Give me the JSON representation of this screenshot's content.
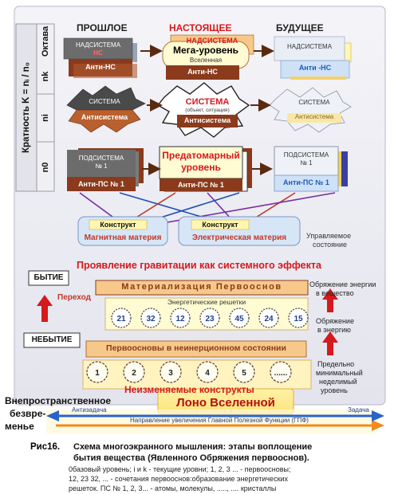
{
  "side_axis": {
    "kratnost": "Кратность  K = nᵢ / n₀",
    "oktava": "Октава",
    "nk": "nk",
    "ni": "ni",
    "n0": "n0"
  },
  "columns": {
    "past": "ПРОШЛОЕ",
    "present": "НАСТОЯЩЕЕ",
    "future": "БУДУЩЕЕ"
  },
  "top_row": {
    "past_title": "НАДСИСТЕМА",
    "past_sub": "НС",
    "past_anti": "Анти-НС",
    "present_title": "НАДСИСТЕМА",
    "present_main": "Мега-уровень",
    "present_sub": "Вселенная",
    "present_anti": "Анти-НС",
    "future_title": "НАДСИСТЕМА",
    "future_anti": "Анти -НС"
  },
  "mid_row": {
    "past_title": "СИСТЕМА",
    "past_anti": "Антисистема",
    "present_title": "СИСТЕМА",
    "present_sub": "(объект, ситуация)",
    "present_anti": "Антисистема",
    "future_title": "СИСТЕМА",
    "future_anti": "Антисистема"
  },
  "low_row": {
    "past_title": "ПОДСИСТЕМА",
    "past_num": "№ 1",
    "past_anti": "Анти-ПС № 1",
    "present_main_1": "Предатомарный",
    "present_main_2": "уровень",
    "present_anti": "Анти-ПС № 1",
    "future_title": "ПОДСИСТЕМА",
    "future_num": "№ 1",
    "future_anti": "Анти-ПС № 1"
  },
  "construct": {
    "left_title": "Конструкт",
    "left_label": "Магнитная материя",
    "right_title": "Конструкт",
    "right_label": "Электрическая материя",
    "managed_1": "Управляемое",
    "managed_2": "состояние"
  },
  "gravity": "Проявление гравитации как системного эффекта",
  "bytie": "БЫТИЕ",
  "perehod": "Переход",
  "materialization": "Материализация Первооснов",
  "energy_grids": "Энергетические решетки",
  "grid_numbers": [
    "21",
    "32",
    "12",
    "23",
    "45",
    "24",
    "15"
  ],
  "right_notes": {
    "a1": "Обряжение энергии",
    "a2": "в вещество",
    "b1": "Обряжение",
    "b2": "в энергию",
    "c1": "Предельно",
    "c2": "минимальный",
    "c3": "неделимый",
    "c4": "уровень"
  },
  "nebytie": "НЕБЫТИЕ",
  "pervoosnovy": "Первоосновы в неинерционном состоянии",
  "bubbles": [
    "1",
    "2",
    "3",
    "4",
    "5",
    "......"
  ],
  "unchangeable": "Неизменяемые конструкты",
  "lono": "Лоно Вселенной",
  "left_notes": {
    "l1": "Внепространственное",
    "l2": "безвре-",
    "l3": "менье"
  },
  "arrow": {
    "antizadacha": "Антизадача",
    "zadacha": "Задача",
    "direction": "Направление увеличения Главной Полезной Функции (ГПФ)"
  },
  "caption": {
    "fig": "Рис16.",
    "line1": "Схема многоэкранного мышления: этапы воплощение",
    "line2": "бытия вещества (Явленного Обряжения  первооснов).",
    "line3": "0базовый уровень; i и k - текущие уровни; 1, 2, 3 ... - первоосновы;",
    "line4": "12, 23 32, ... - сочетания первооснов:образование энергетических",
    "line5": "решеток.  ПС № 1, 2, 3... - атомы, молекулы, ....., .... кристаллы"
  },
  "colors": {
    "frame_bg": "#ececf2",
    "dark_gray": "#6b6b6b",
    "brown_red": "#8b3a1c",
    "orange_box": "#f6c98a",
    "cream": "#fffbd2",
    "pale_blue": "#dce9f8",
    "yellow_bg": "#fff6b0",
    "red": "#d6191c",
    "dark_red": "#a01010",
    "blue_arrow": "#2a63c9",
    "orange_arrow": "#f28a1c"
  }
}
